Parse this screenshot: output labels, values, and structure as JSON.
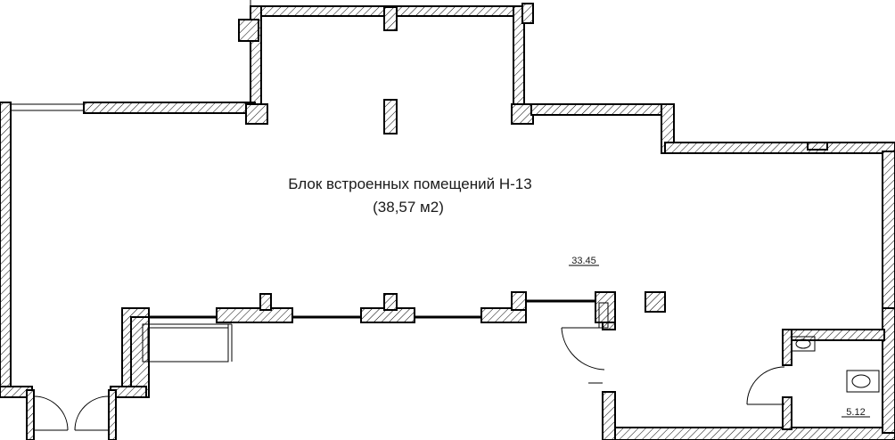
{
  "plan": {
    "title": "Блок встроенных помещений Н-13",
    "area": "(38,57 м2)",
    "room_main_area": "33.45",
    "room_wc_area": "5.12"
  },
  "colors": {
    "wall_stroke": "#000000",
    "background": "#ffffff",
    "text": "#1a1a1a"
  },
  "icons": [
    "wash-basin-icon",
    "toilet-icon"
  ]
}
